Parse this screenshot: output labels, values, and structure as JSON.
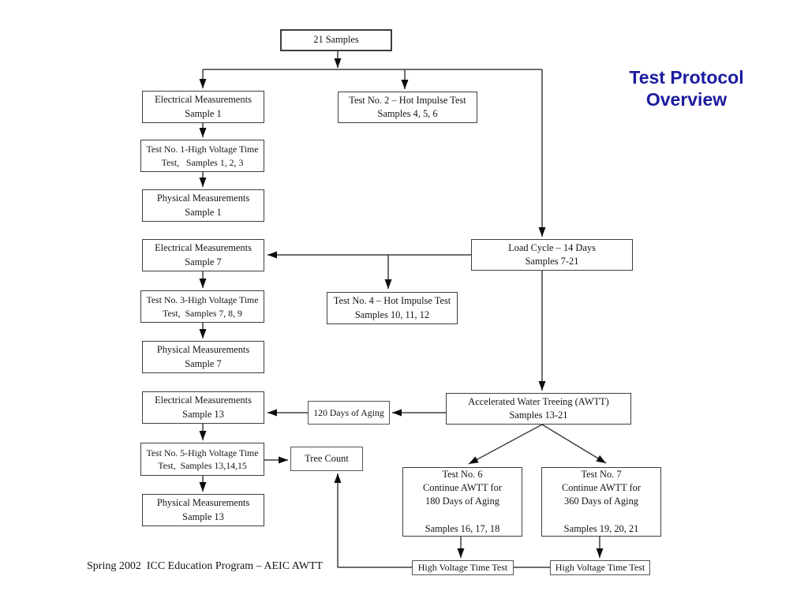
{
  "slide": {
    "kind": "presentation-slide-flowchart",
    "background_color": "#ffffff",
    "line_color": "#3f3f3f",
    "arrow_color": "#0d0d0d",
    "box_border_color": "#3e3e3e"
  },
  "title": {
    "line1": "Test Protocol",
    "line2": "Overview",
    "color": "#1b1b9e"
  },
  "footer": "Spring 2002  ICC Education Program – AEIC AWTT",
  "diagram": {
    "type": "flowchart",
    "boxes": {
      "samples21": {
        "lines": [
          "21 Samples"
        ]
      },
      "elec1": {
        "lines": [
          "Electrical Measurements",
          "Sample 1"
        ]
      },
      "test1": {
        "lines": [
          "Test No. 1-High Voltage Time",
          "Test,   Samples 1, 2, 3"
        ]
      },
      "phys1": {
        "lines": [
          "Physical Measurements",
          "Sample 1"
        ]
      },
      "elec7": {
        "lines": [
          "Electrical Measurements",
          "Sample 7"
        ]
      },
      "test3": {
        "lines": [
          "Test No. 3-High Voltage Time",
          "Test,  Samples 7, 8, 9"
        ]
      },
      "phys7": {
        "lines": [
          "Physical Measurements",
          "Sample 7"
        ]
      },
      "elec13": {
        "lines": [
          "Electrical Measurements",
          "Sample 13"
        ]
      },
      "test5": {
        "lines": [
          "Test No. 5-High Voltage Time",
          "Test,  Samples 13,14,15"
        ]
      },
      "phys13": {
        "lines": [
          "Physical Measurements",
          "Sample 13"
        ]
      },
      "test2": {
        "lines": [
          "Test No. 2 – Hot Impulse Test",
          "Samples 4, 5, 6"
        ]
      },
      "test4": {
        "lines": [
          "Test No. 4 – Hot Impulse Test",
          "Samples 10, 11, 12"
        ]
      },
      "loadcycle": {
        "lines": [
          "Load Cycle – 14 Days",
          "Samples 7-21"
        ]
      },
      "awtt": {
        "lines": [
          "Accelerated Water Treeing (AWTT)",
          "Samples 13-21"
        ]
      },
      "aging120": {
        "lines": [
          "120 Days of Aging"
        ]
      },
      "treecount": {
        "lines": [
          "Tree Count"
        ]
      },
      "test6": {
        "lines": [
          "Test No. 6",
          "Continue AWTT for",
          "180 Days of Aging",
          "",
          "Samples 16, 17, 18"
        ]
      },
      "test7": {
        "lines": [
          "Test No. 7",
          "Continue AWTT for",
          "360 Days of Aging",
          "",
          "Samples 19, 20, 21"
        ]
      },
      "hvtt1": {
        "lines": [
          "High Voltage Time Test"
        ]
      },
      "hvtt2": {
        "lines": [
          "High Voltage Time Test"
        ]
      }
    }
  }
}
